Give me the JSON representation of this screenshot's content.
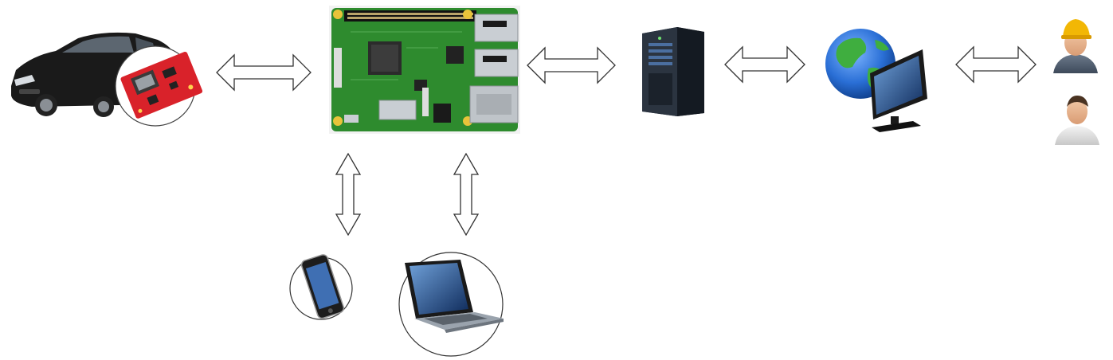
{
  "diagram": {
    "nodes": [
      {
        "id": "car-can",
        "icon": "car-with-can-bus-board-icon"
      },
      {
        "id": "raspberry-pi",
        "icon": "raspberry-pi-board-icon"
      },
      {
        "id": "server",
        "icon": "server-tower-icon"
      },
      {
        "id": "web",
        "icon": "globe-monitor-icon"
      },
      {
        "id": "users",
        "icon": "user-avatars-icon"
      },
      {
        "id": "phone",
        "icon": "smartphone-icon"
      },
      {
        "id": "laptop",
        "icon": "laptop-icon"
      }
    ],
    "edges": [
      {
        "from": "car-can",
        "to": "raspberry-pi",
        "direction": "bidirectional"
      },
      {
        "from": "raspberry-pi",
        "to": "server",
        "direction": "bidirectional"
      },
      {
        "from": "server",
        "to": "web",
        "direction": "bidirectional"
      },
      {
        "from": "web",
        "to": "users",
        "direction": "bidirectional"
      },
      {
        "from": "raspberry-pi",
        "to": "phone",
        "direction": "bidirectional"
      },
      {
        "from": "raspberry-pi",
        "to": "laptop",
        "direction": "bidirectional"
      }
    ],
    "colors": {
      "arrow_stroke": "#333333",
      "arrow_fill": "#ffffff",
      "pcb_green": "#2e8b2e",
      "can_board_red": "#d9222a",
      "car_body": "#1a1a1a",
      "globe_blue": "#2a6fd6",
      "globe_land": "#3fae3f",
      "helmet_yellow": "#f2b705",
      "server_dark": "#1f2630"
    }
  }
}
